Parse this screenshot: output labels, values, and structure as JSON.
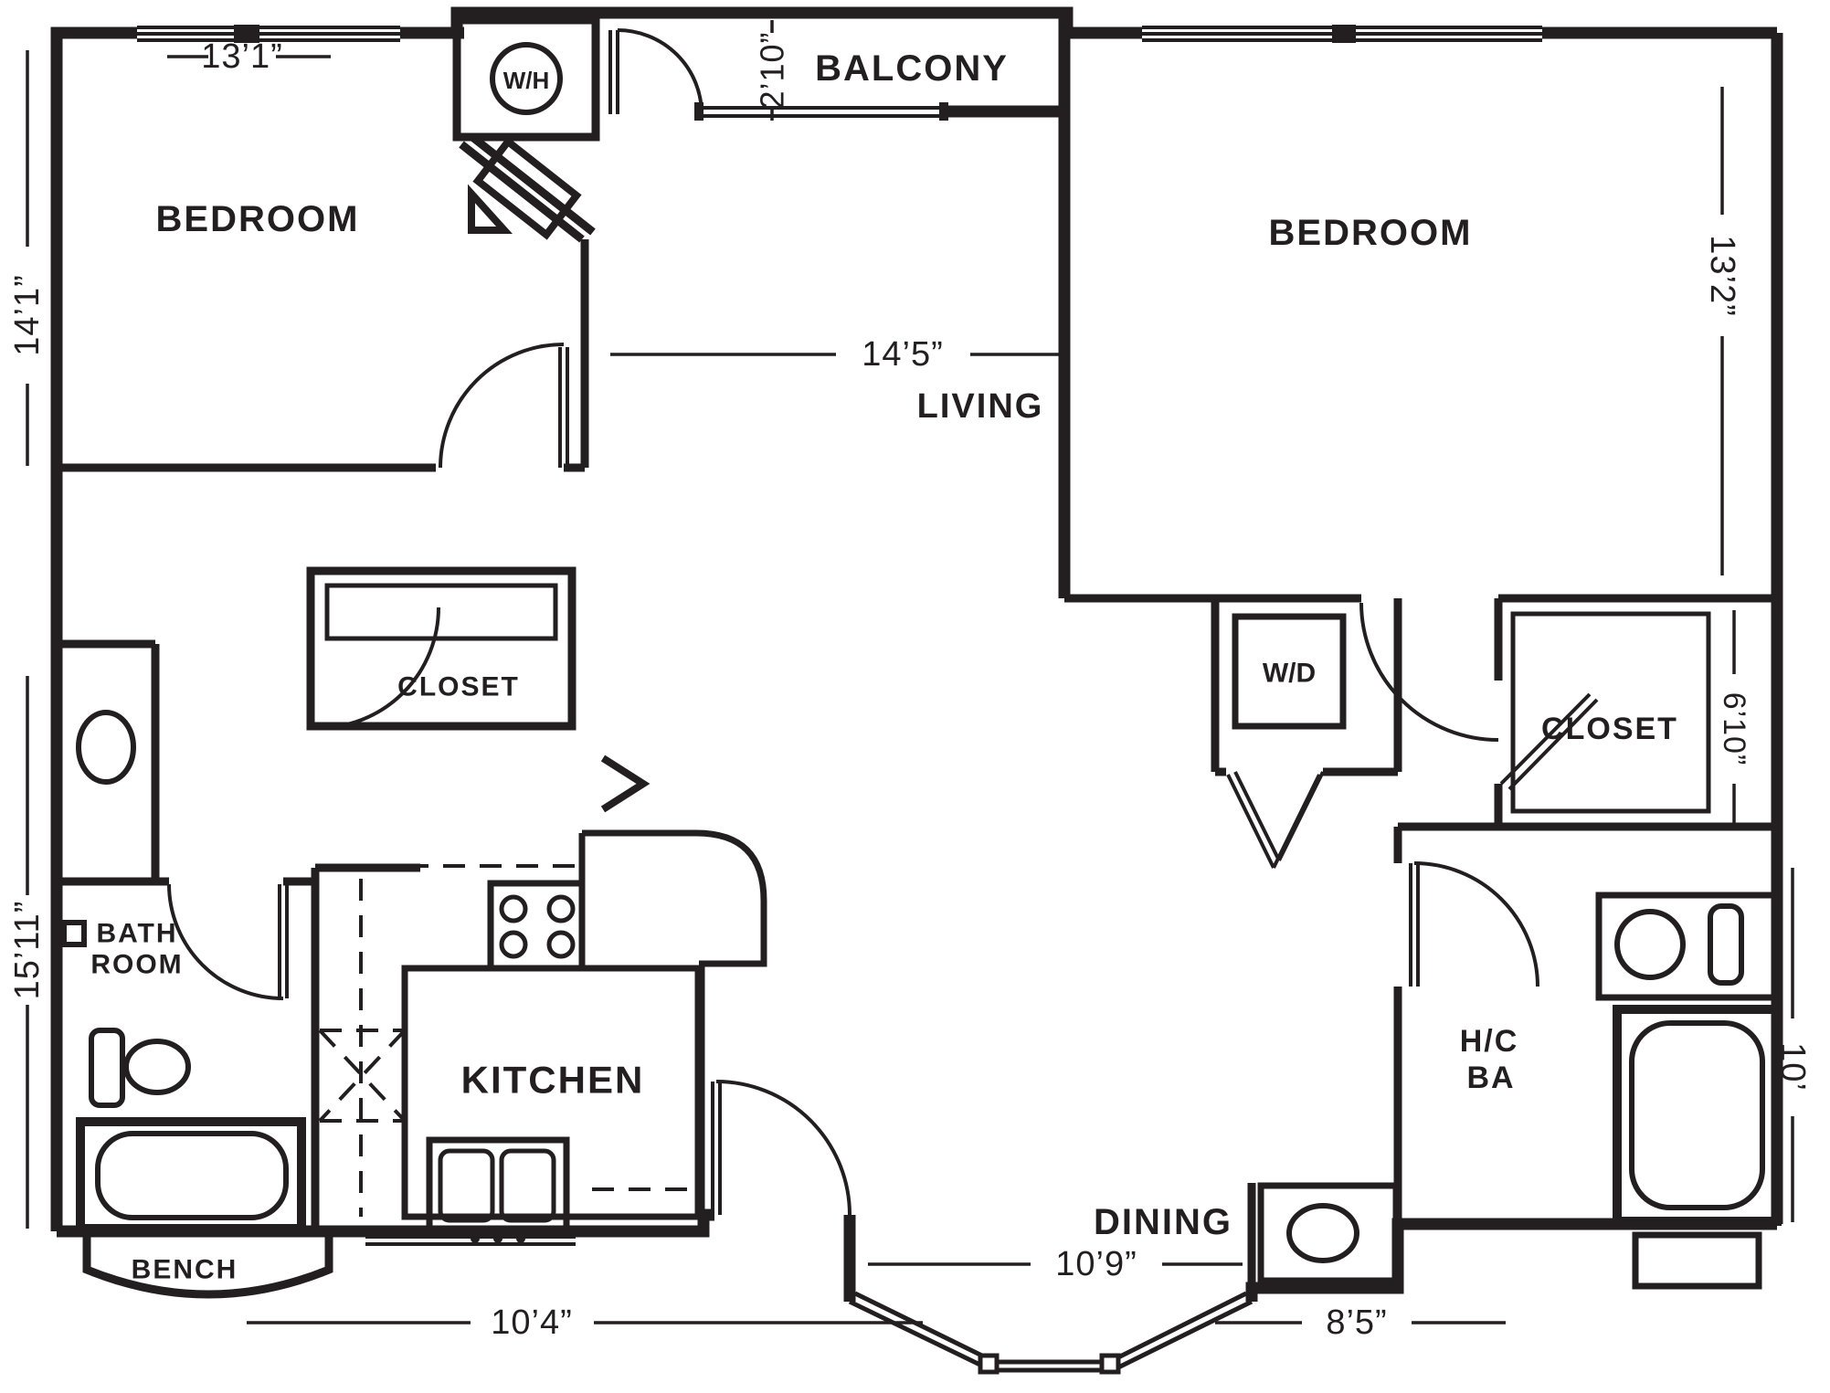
{
  "plan_title": "Two bedroom apartment floor plan",
  "colors": {
    "ink": "#231f20",
    "background": "#ffffff"
  },
  "rooms": {
    "bedroom_left": "BEDROOM",
    "bedroom_right": "BEDROOM",
    "living": "LIVING",
    "dining": "DINING",
    "kitchen": "KITCHEN",
    "balcony": "BALCONY",
    "closet_left": "CLOSET",
    "closet_right": "CLOSET",
    "bath_left_line1": "BATH",
    "bath_left_line2": "ROOM",
    "bath_right_line1": "H/C",
    "bath_right_line2": "BA",
    "bench": "BENCH"
  },
  "appliances": {
    "water_heater": "W/H",
    "washer_dryer": "W/D"
  },
  "dimensions": {
    "bedroom_left_width": "13’1”",
    "bedroom_left_height": "14’1”",
    "balcony_depth": "2’10”",
    "living_width": "14’5”",
    "bedroom_right_height": "13’2”",
    "closet_right_height": "6’10”",
    "hall_left_height": "15’11”",
    "bath_right_height": "10’",
    "kitchen_width": "10’4”",
    "dining_width": "10’9”",
    "bath_right_width": "8’5”"
  }
}
